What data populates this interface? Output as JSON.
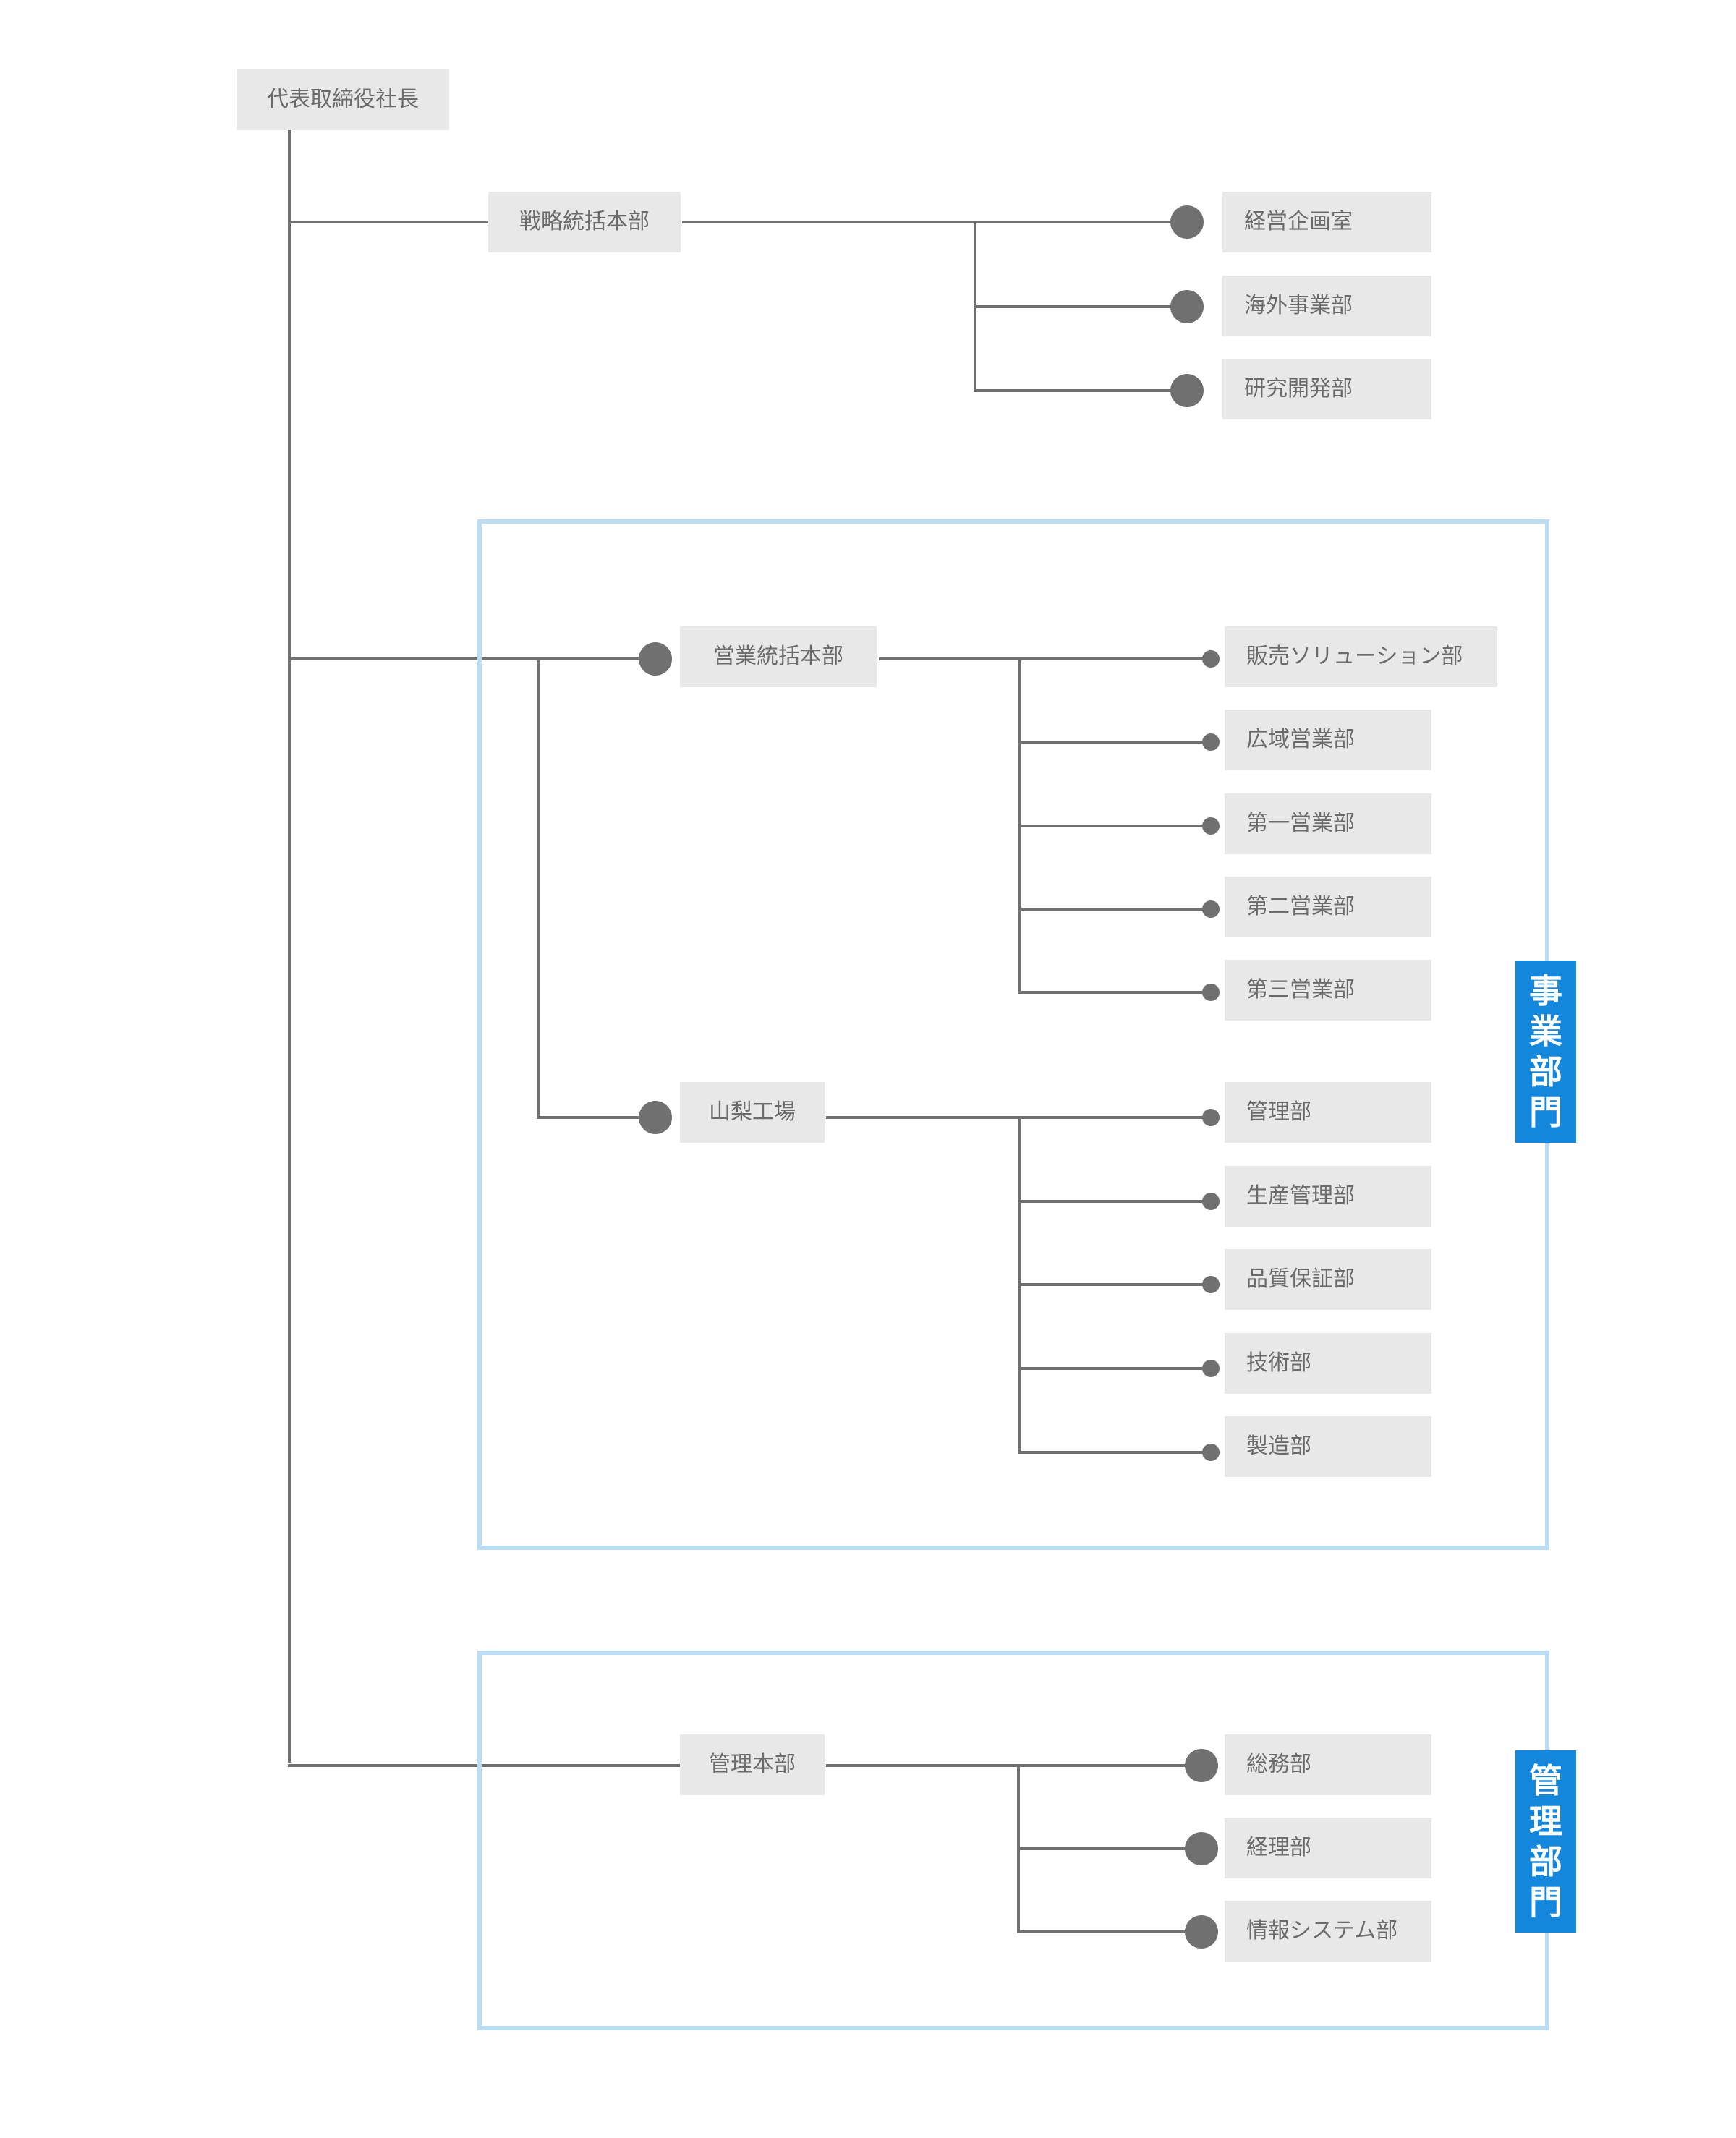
{
  "colors": {
    "box_bg": "#e8e8e8",
    "box_text": "#6b6b6b",
    "line": "#707070",
    "group_border": "#bcdcf3",
    "tag_bg": "#1486dc",
    "tag_text": "#ffffff"
  },
  "root": {
    "label": "代表取締役社長"
  },
  "strategy": {
    "label": "戦略統括本部",
    "children": [
      "経営企画室",
      "海外事業部",
      "研究開発部"
    ]
  },
  "business": {
    "tag": "事業部門",
    "sales": {
      "label": "営業統括本部",
      "children": [
        "販売ソリューション部",
        "広域営業部",
        "第一営業部",
        "第二営業部",
        "第三営業部"
      ]
    },
    "factory": {
      "label": "山梨工場",
      "children": [
        "管理部",
        "生産管理部",
        "品質保証部",
        "技術部",
        "製造部"
      ]
    }
  },
  "admin": {
    "tag": "管理部門",
    "hq": {
      "label": "管理本部",
      "children": [
        "総務部",
        "経理部",
        "情報システム部"
      ]
    }
  }
}
